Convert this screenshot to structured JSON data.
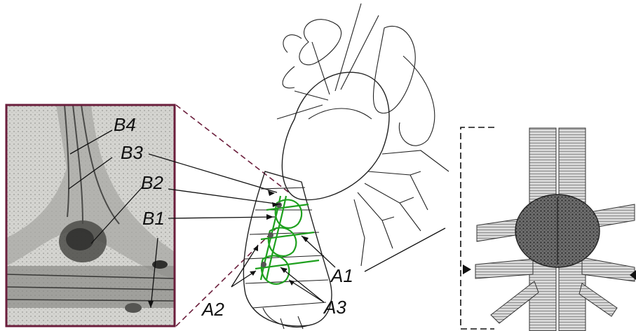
{
  "labels": {
    "b4": "B4",
    "b3": "B3",
    "b2": "B2",
    "b1": "B1",
    "a1": "A1",
    "a2": "A2",
    "a3": "A3"
  },
  "colors": {
    "inset_frame": "#6b1e3c",
    "nerve_highlight": "#1ea01e",
    "line": "#111111",
    "micrograph_bg": "#d9d9d6"
  }
}
